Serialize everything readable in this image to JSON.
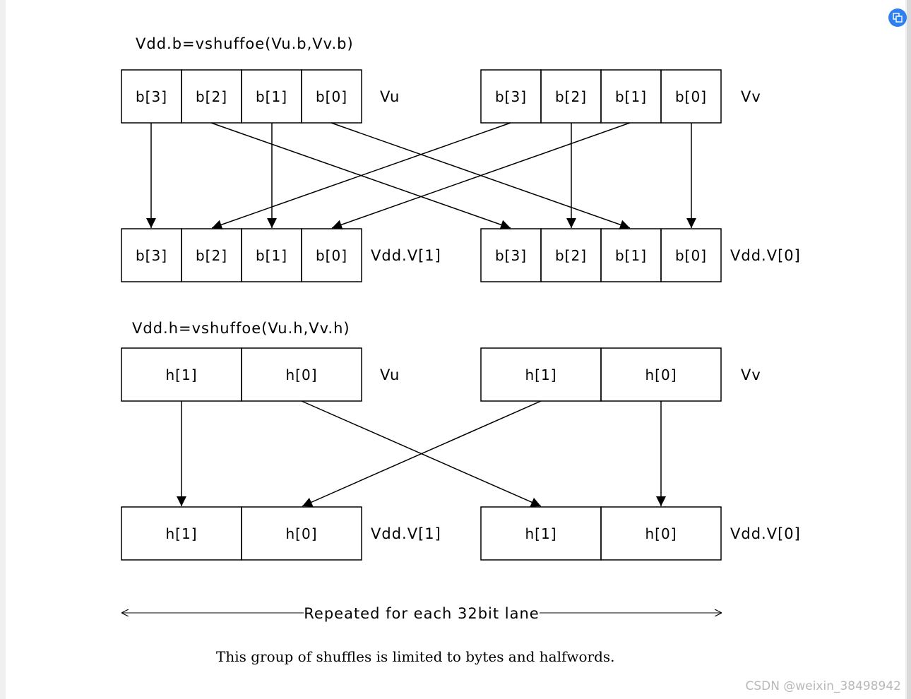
{
  "sections": [
    {
      "title": "Vdd.b=vshuffoe(Vu.b,Vv.b)",
      "src_left": {
        "name": "Vu",
        "cells": [
          "b[3]",
          "b[2]",
          "b[1]",
          "b[0]"
        ]
      },
      "src_right": {
        "name": "Vv",
        "cells": [
          "b[3]",
          "b[2]",
          "b[1]",
          "b[0]"
        ]
      },
      "dst_left": {
        "name": "Vdd.V[1]",
        "cells": [
          "b[3]",
          "b[2]",
          "b[1]",
          "b[0]"
        ]
      },
      "dst_right": {
        "name": "Vdd.V[0]",
        "cells": [
          "b[3]",
          "b[2]",
          "b[1]",
          "b[0]"
        ]
      }
    },
    {
      "title": "Vdd.h=vshuffoe(Vu.h,Vv.h)",
      "src_left": {
        "name": "Vu",
        "cells": [
          "h[1]",
          "h[0]"
        ]
      },
      "src_right": {
        "name": "Vv",
        "cells": [
          "h[1]",
          "h[0]"
        ]
      },
      "dst_left": {
        "name": "Vdd.V[1]",
        "cells": [
          "h[1]",
          "h[0]"
        ]
      },
      "dst_right": {
        "name": "Vdd.V[0]",
        "cells": [
          "h[1]",
          "h[0]"
        ]
      }
    }
  ],
  "lane_label": "Repeated for each 32bit lane",
  "caption": "This group of shuffles is limited to bytes and halfwords.",
  "watermark": "CSDN @weixin_38498942",
  "icons": {
    "corner_button": "translate-icon"
  }
}
